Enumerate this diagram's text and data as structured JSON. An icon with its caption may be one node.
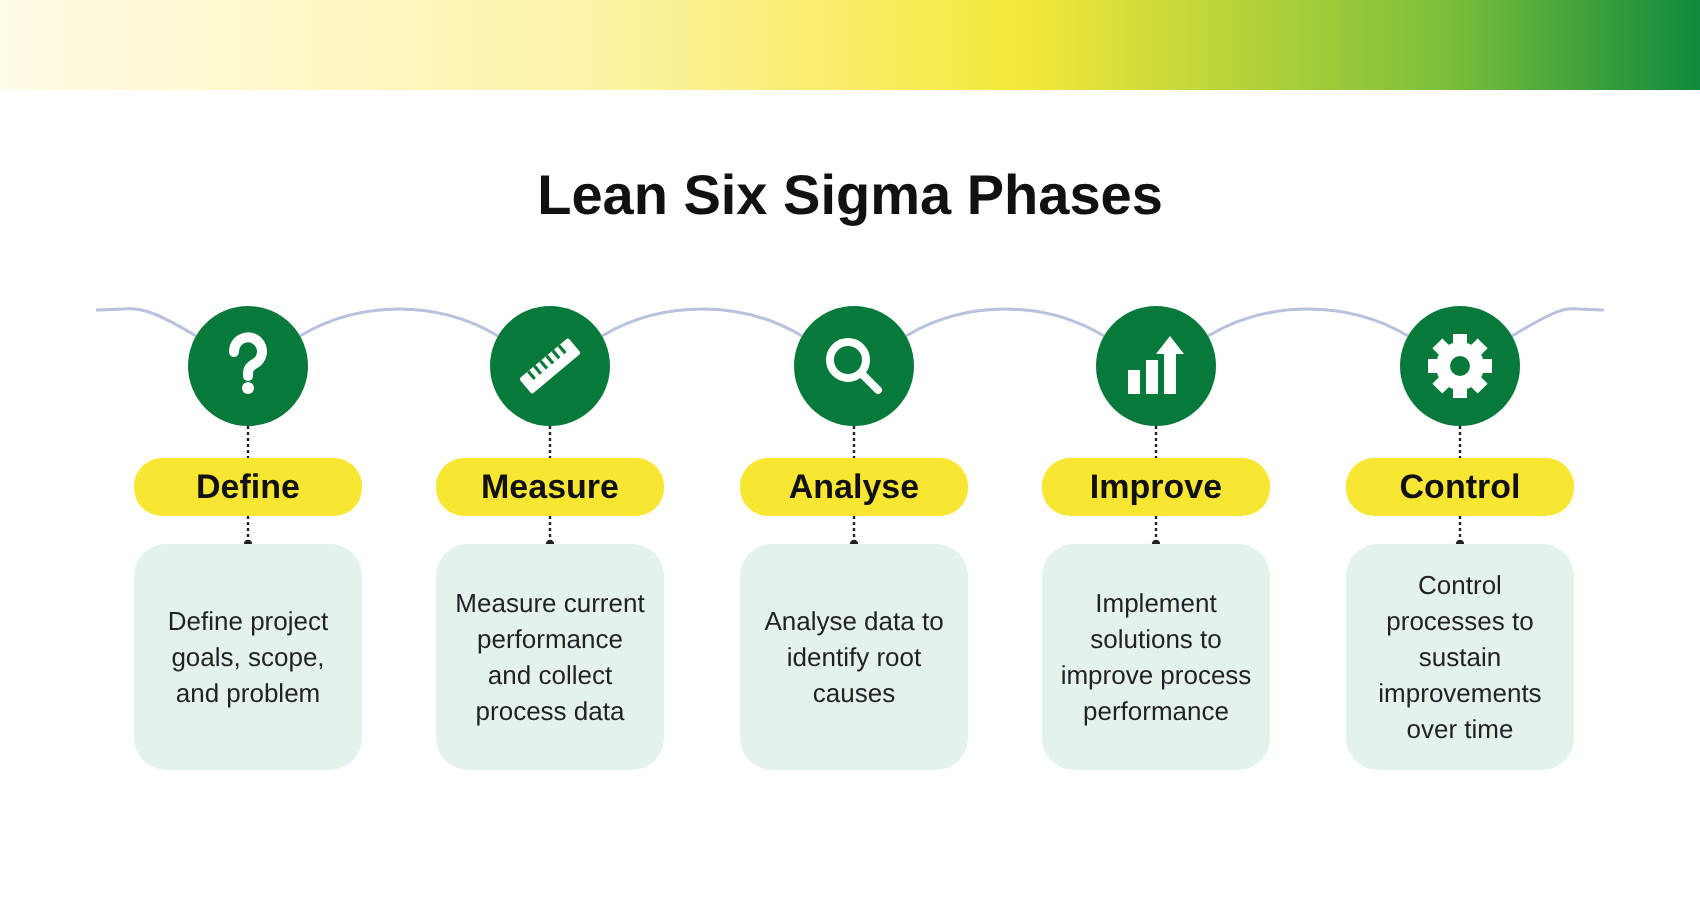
{
  "diagram": {
    "title": "Lean Six Sigma Phases",
    "nodes": [
      {
        "text": [],
        "shape": "circle"
      },
      {
        "text": [
          "Define"
        ]
      },
      {
        "text": [
          "Define project goals, scope, and problem"
        ]
      },
      {
        "text": [],
        "shape": "circle"
      },
      {
        "text": [
          "Measure"
        ]
      },
      {
        "text": [
          "Measure current performance and collect process data"
        ]
      },
      {
        "text": [],
        "shape": "circle"
      },
      {
        "text": [
          "Analyse"
        ]
      },
      {
        "text": [
          "Analyse data to identify root causes"
        ]
      },
      {
        "text": [],
        "shape": "circle"
      },
      {
        "text": [
          "Improve"
        ]
      },
      {
        "text": [
          "Implement solutions to improve process performance"
        ]
      },
      {
        "text": [],
        "shape": "circle"
      },
      {
        "text": [
          "Control"
        ]
      },
      {
        "text": [
          "Control processes to sustain improvements over time"
        ]
      }
    ],
    "edges": [
      {
        "from": 0,
        "to": 1,
        "arrow": "none",
        "style": "dashed"
      },
      {
        "from": 1,
        "to": 2,
        "arrow": "other",
        "style": "dashed"
      },
      {
        "from": 3,
        "to": 4,
        "arrow": "none",
        "style": "dashed"
      },
      {
        "from": 4,
        "to": 5,
        "arrow": "other",
        "style": "dashed"
      },
      {
        "from": 6,
        "to": 7,
        "arrow": "none",
        "style": "dashed"
      },
      {
        "from": 7,
        "to": 8,
        "arrow": "other",
        "style": "dashed"
      },
      {
        "from": 9,
        "to": 10,
        "arrow": "none",
        "style": "dashed"
      },
      {
        "from": 10,
        "to": 11,
        "arrow": "other",
        "style": "dashed"
      },
      {
        "from": 12,
        "to": 13,
        "arrow": "none",
        "style": "dashed"
      },
      {
        "from": 13,
        "to": 14,
        "arrow": "other",
        "style": "dashed"
      },
      {
        "from": null,
        "to": 0,
        "arrow": "none",
        "color": "#b8c2de"
      },
      {
        "from": 0,
        "to": 3,
        "arrow": "none",
        "color": "#b8c2de"
      },
      {
        "from": 3,
        "to": 6,
        "arrow": "none",
        "color": "#b8c2de"
      },
      {
        "from": 6,
        "to": 9,
        "arrow": "none",
        "color": "#b8c2de"
      },
      {
        "from": 9,
        "to": 12,
        "arrow": "none",
        "color": "#b8c2de"
      },
      {
        "from": 12,
        "to": null,
        "arrow": "none",
        "color": "#b8c2de"
      }
    ]
  }
}
